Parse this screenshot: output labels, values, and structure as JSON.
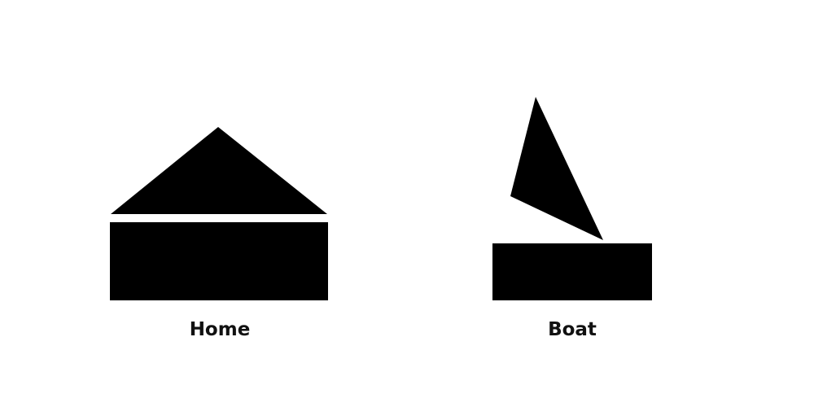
{
  "figures": [
    {
      "id": "home",
      "label": "Home"
    },
    {
      "id": "boat",
      "label": "Boat"
    }
  ],
  "colors": {
    "shape_fill": "#000000",
    "background": "#ffffff",
    "label_text": "#111111"
  }
}
